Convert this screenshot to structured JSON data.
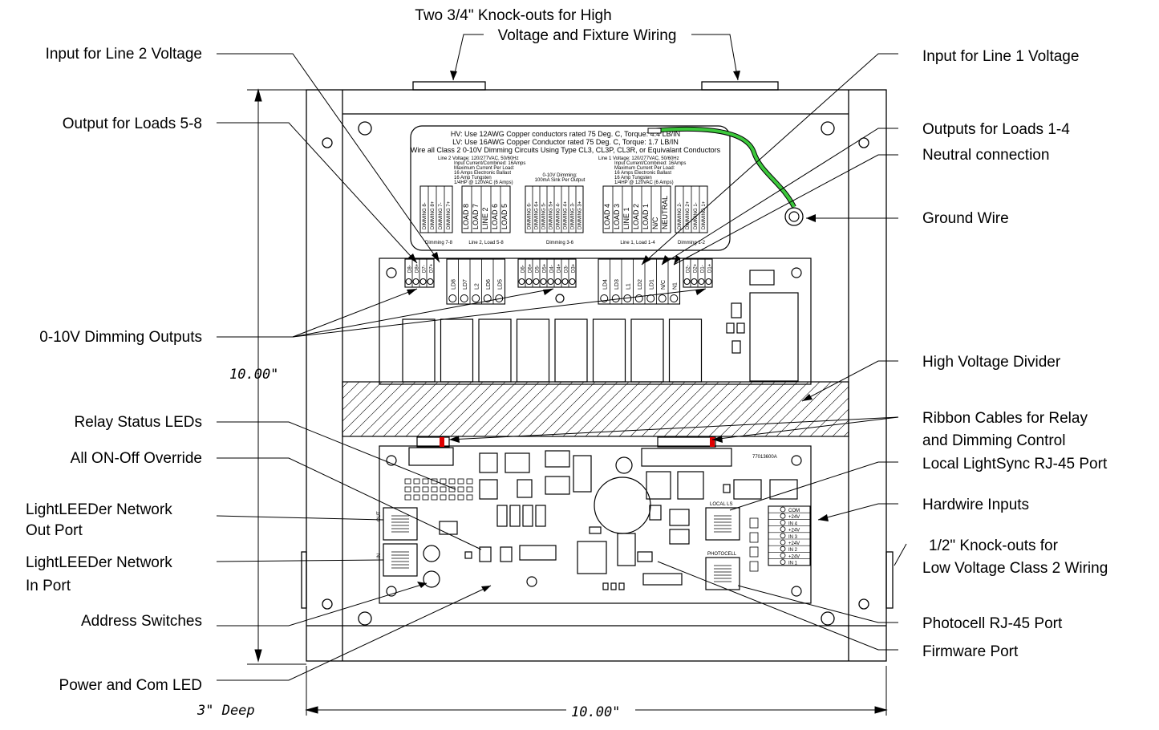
{
  "colors": {
    "ground_wire": "#3cc83c",
    "ribbon_marker": "#e00000",
    "line": "#000000"
  },
  "callouts": {
    "left": [
      "Input for Line 2 Voltage",
      "Output for Loads 5-8",
      "0-10V Dimming Outputs",
      "Relay Status LEDs",
      "All ON-Off Override",
      "LightLEEDer Network Out Port",
      "LightLEEDer Network In Port",
      "Address Switches",
      "Power and Com LED"
    ],
    "right": [
      "Input for Line 1 Voltage",
      "Outputs for Loads 1-4",
      "Neutral connection",
      "Ground Wire",
      "High Voltage Divider",
      "Ribbon Cables for Relay and Dimming Control",
      "Local LightSync RJ-45 Port",
      "Hardwire Inputs",
      "1/2\" Knock-outs for Low Voltage Class 2 Wiring",
      "Photocell RJ-45 Port",
      "Firmware Port"
    ],
    "top": "Two 3/4\" Knock-outs for High Voltage and Fixture Wiring"
  },
  "dimensions": {
    "height": "10.00\"",
    "width": "10.00\"",
    "depth": "3\" Deep"
  },
  "label_plate": {
    "hv_note": "HV: Use 12AWG Copper conductors rated 75 Deg. C, Torque: 4.4 LB/IN",
    "lv_note": "LV: Use 16AWG Copper Conductor rated 75 Deg. C, Torque: 1.7 LB/IN",
    "class2_note": "Wire all Class 2 0-10V Dimming Circuits Using Type CL3, CL3P, CL3R, or Equivalant Conductors",
    "line2_spec": [
      "Line 2 Voltage: 120/277VAC, 50/60Hz",
      "Input Current/Combined: 16Amps",
      "Maximum Current Per Load:",
      "16 Amps Electronic Ballast",
      "16 Amp Tungsten",
      "1/4HP @ 120VAC (6 Amps)"
    ],
    "line1_spec": [
      "Line 1 Voltage: 120/277VAC, 50/60Hz",
      "Input Current/Combined: 16Amps",
      "Maximum Current Per Load:",
      "16 Amps Electronic Ballast",
      "16 Amp Tungsten",
      "1/4HP @ 120VAC (6 Amps)"
    ],
    "dimming_spec": [
      "0-10V Dimming:",
      "100mA Sink Per Output"
    ],
    "group_labels": [
      "Dimming 7-8",
      "Line 2, Load 5-8",
      "Dimming 3-6",
      "Line 1, Load 1-4",
      "Dimming 1-2"
    ],
    "dim78": [
      "DIMMING 8-",
      "DIMMING 8+",
      "DIMMING 7-",
      "DIMMING 7+"
    ],
    "load58": [
      "LOAD 8",
      "LOAD 7",
      "LINE 2",
      "LOAD 6",
      "LOAD 5"
    ],
    "dim36": [
      "DIMMING 6-",
      "DIMMING 6+",
      "DIMMING 5-",
      "DIMMING 5+",
      "DIMMING 4-",
      "DIMMING 4+",
      "DIMMING 3-",
      "DIMMING 3+"
    ],
    "load14": [
      "LOAD 4",
      "LOAD 3",
      "LINE 1",
      "LOAD 2",
      "LOAD 1",
      "N/C",
      "NEUTRAL"
    ],
    "dim12": [
      "DIMMING 2-",
      "DIMMING 2+",
      "DIMMING 1-",
      "DIMMING 1+"
    ]
  },
  "terminals": {
    "dim78": [
      "D8-",
      "D8+",
      "D7-",
      "D7+"
    ],
    "load58": [
      "LD8",
      "LD7",
      "L2",
      "LD6",
      "LD5"
    ],
    "dim36": [
      "D6-",
      "D6+",
      "D5-",
      "D5+",
      "D4-",
      "D4+",
      "D3-",
      "D3+"
    ],
    "load14": [
      "LD4",
      "LD3",
      "L1",
      "LD2",
      "LD1",
      "N/C",
      "N1"
    ],
    "dim12": [
      "D2-",
      "D2+",
      "D1-",
      "D1+"
    ]
  },
  "control_board": {
    "part_number": "77013600A",
    "local_ls": "LOCAL LS",
    "photocell": "PHOTOCELL",
    "out": "OUT",
    "in": "IN",
    "hardwire": [
      "COM",
      "+24V",
      "IN 4",
      "+24V",
      "IN 3",
      "+24V",
      "IN 2",
      "+24V",
      "IN 1"
    ]
  }
}
